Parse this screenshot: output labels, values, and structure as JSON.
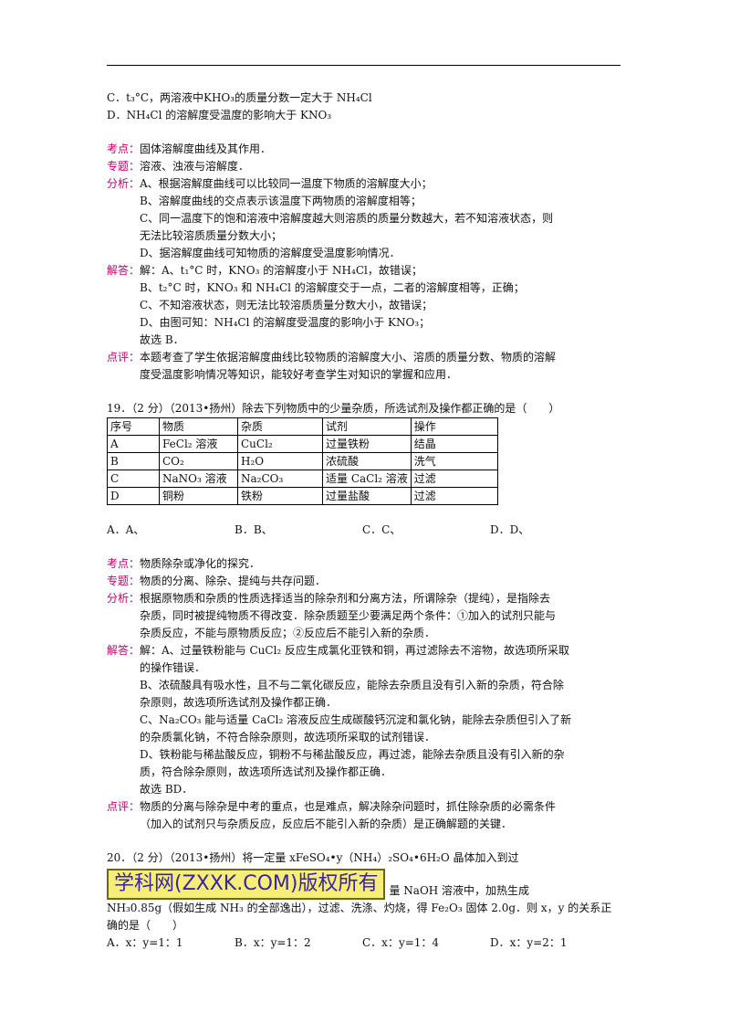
{
  "q18": {
    "option_c": "C．t₃°C，两溶液中KHO₃的质量分数一定大于 NH₄Cl",
    "option_d": "D．NH₄Cl 的溶解度受温度的影响大于 KNO₃",
    "kaodian_label": "考点：",
    "kaodian": "固体溶解度曲线及其作用．",
    "zhuanti_label": "专题：",
    "zhuanti": "溶液、浊液与溶解度．",
    "fenxi_label": "分析：",
    "fenxi": [
      "A、根据溶解度曲线可以比较同一温度下物质的溶解度大小；",
      "B、溶解度曲线的交点表示该温度下两物质的溶解度相等；",
      "C、同一温度下的饱和溶液中溶解度越大则溶质的质量分数越大，若不知溶液状态，则",
      "无法比较溶质质量分数大小；",
      "D、据溶解度曲线可知物质的溶解度受温度影响情况．"
    ],
    "jieda_label": "解答：",
    "jieda": [
      "解：A、t₁°C 时，KNO₃ 的溶解度小于 NH₄Cl，故错误；",
      "B、t₂°C 时，KNO₃ 和 NH₄Cl 的溶解度交于一点，二者的溶解度相等，正确；",
      "C、不知溶液状态，则无法比较溶质质量分数大小，故错误；",
      "D、由图可知：NH₄Cl 的溶解度受温度的影响小于 KNO₃；",
      "故选 B．"
    ],
    "dianping_label": "点评：",
    "dianping": [
      "本题考查了学生依据溶解度曲线比较物质的溶解度大小、溶质的质量分数、物质的溶解",
      "度受温度影响情况等知识，能较好考查学生对知识的掌握和应用．"
    ]
  },
  "q19": {
    "stem": "19．（2 分）（2013•扬州）除去下列物质中的少量杂质，所选试剂及操作都正确的是（　　）",
    "table": {
      "headers": [
        "序号",
        "物质",
        "杂质",
        "试剂",
        "操作"
      ],
      "rows": [
        [
          "A",
          "FeCl₂ 溶液",
          "CuCl₂",
          "过量铁粉",
          "结晶"
        ],
        [
          "B",
          "CO₂",
          "H₂O",
          "浓硫酸",
          "洗气"
        ],
        [
          "C",
          "NaNO₃ 溶液",
          "Na₂CO₃",
          "适量 CaCl₂ 溶液",
          "过滤"
        ],
        [
          "D",
          "铜粉",
          "铁粉",
          "过量盐酸",
          "过滤"
        ]
      ]
    },
    "options": [
      "A．A、",
      "B．B、",
      "C．C、",
      "D．D、"
    ],
    "kaodian_label": "考点：",
    "kaodian": "物质除杂或净化的探究．",
    "zhuanti_label": "专题：",
    "zhuanti": "物质的分离、除杂、提纯与共存问题．",
    "fenxi_label": "分析：",
    "fenxi": [
      "根据原物质和杂质的性质选择适当的除杂剂和分离方法，所谓除杂（提纯），是指除去",
      "杂质，同时被提纯物质不得改变．除杂质题至少要满足两个条件：①加入的试剂只能与",
      "杂质反应，不能与原物质反应；②反应后不能引入新的杂质．"
    ],
    "jieda_label": "解答：",
    "jieda": [
      "解：A、过量铁粉能与 CuCl₂ 反应生成氯化亚铁和铜，再过滤除去不溶物，故选项所采取",
      "的操作错误．",
      "B、浓硫酸具有吸水性，且不与二氧化碳反应，能除去杂质且没有引入新的杂质，符合除",
      "杂原则，故选项所选试剂及操作都正确．",
      "C、Na₂CO₃ 能与适量 CaCl₂ 溶液反应生成碳酸钙沉淀和氯化钠，能除去杂质但引入了新",
      "的杂质氯化钠，不符合除杂原则，故选项所采取的试剂错误．",
      "D、铁粉能与稀盐酸反应，铜粉不与稀盐酸反应，再过滤，能除去杂质且没有引入新的杂",
      "质，符合除杂原则，故选项所选试剂及操作都正确．",
      "故选 BD．"
    ],
    "dianping_label": "点评：",
    "dianping": [
      "物质的分离与除杂是中考的重点，也是难点，解决除杂问题时，抓住除杂质的必需条件",
      "（加入的试剂只与杂质反应，反应后不能引入新的杂质）是正确解题的关键．"
    ]
  },
  "q20": {
    "stem_1": "20．（2 分）（2013•扬州）将一定量 xFeSO₄•y（NH₄）₂SO₄•6H₂O 晶体加入到过",
    "watermark": "学科网(ZXXK.COM)版权所有",
    "stem_2": "量 NaOH 溶液中，加热生成",
    "stem_3": "NH₃0.85g（假如生成 NH₃ 的全部逸出），过滤、洗涤、灼烧，得 Fe₂O₃ 固体 2.0g．则 x，y 的关系正",
    "stem_4": "确的是（　　）",
    "options": [
      "A．x：y=1：1",
      "B．x：y=1：2",
      "C．x：y=1：4",
      "D．x：y=2：1"
    ]
  }
}
